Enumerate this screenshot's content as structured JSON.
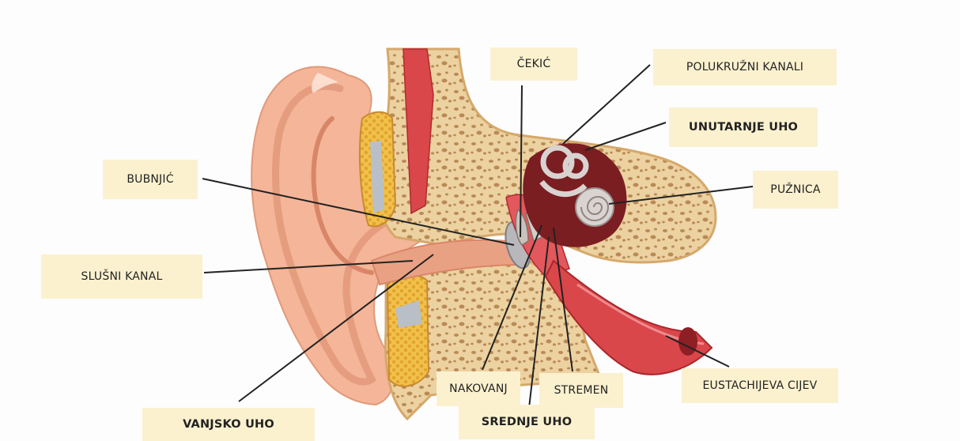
{
  "labels": {
    "cekic": "ČEKIĆ",
    "polukruzni": "POLUKRUŽNI KANALI",
    "unutarnje": "UNUTARNJE UHO",
    "bubnjic": "BUBNJIĆ",
    "puznica": "PUŽNICA",
    "slusni": "SLUŠNI KANAL",
    "nakovanj": "NAKOVANJ",
    "stremen": "STREMEN",
    "eustachijeva": "EUSTACHIJEVA CIJEV",
    "vanjsko": "VANJSKO UHO",
    "srednje": "SREDNJE UHO"
  },
  "colors": {
    "label_bg": "#fbf1cf",
    "leader_line": "#222222",
    "skin": "#f4b598",
    "bone": "#ecd2a0",
    "inner_ear_dark": "#7a1e22",
    "muscle": "#d9474b"
  }
}
